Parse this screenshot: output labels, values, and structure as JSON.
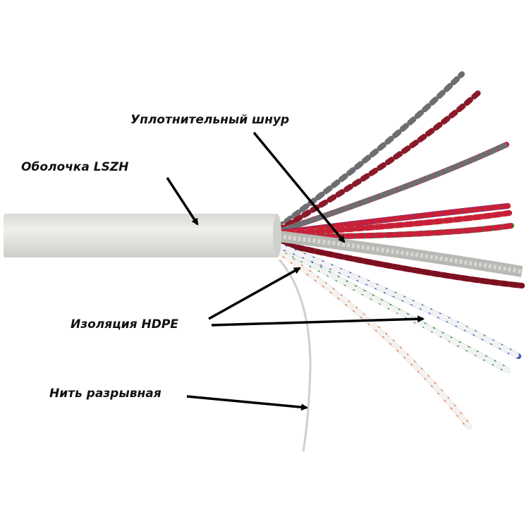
{
  "labels": {
    "filler": "Уплотнительный шнур",
    "jacket": "Оболочка LSZH",
    "insulation": "Изоляция HDPE",
    "ripcord": "Нить разрывная"
  },
  "colors": {
    "jacket": "#e4e4e0",
    "arrow": "#000000",
    "pairs": [
      "#6e6e72",
      "#8a1a2a",
      "#c8203a",
      "#2a3fa8",
      "#e0602a",
      "#2a8a3a",
      "#b01a30",
      "#1f8a3c",
      "#3a5ab8",
      "#e06a2a"
    ]
  }
}
